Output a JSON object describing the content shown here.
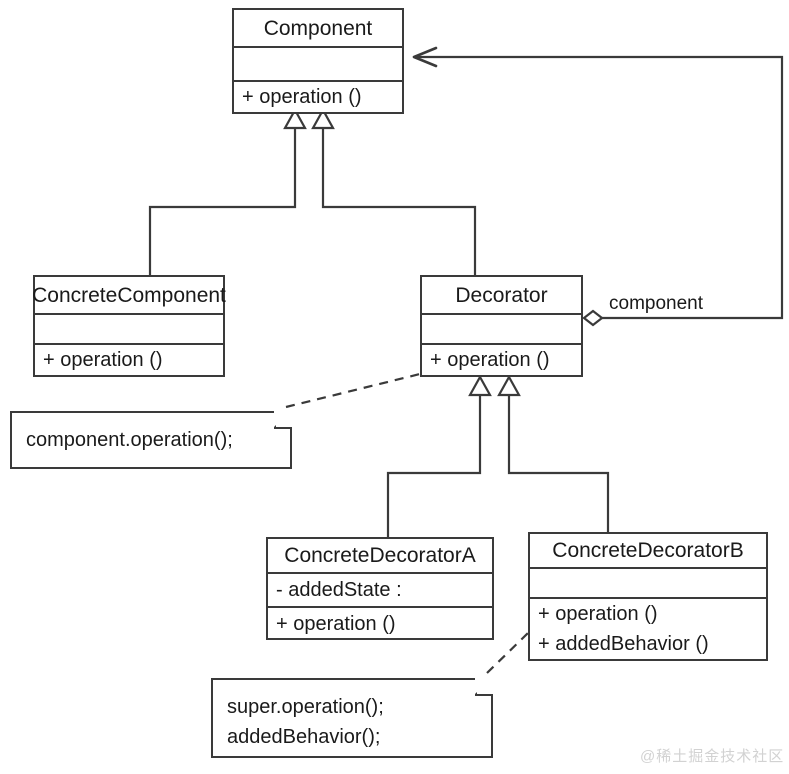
{
  "diagram": {
    "title": "Decorator Pattern UML Class Diagram",
    "stroke_color": "#3a3a3a",
    "text_color": "#1a1a1a",
    "background": "#ffffff",
    "classes": [
      {
        "id": "component",
        "name": "Component",
        "attributes": [],
        "methods": [
          "+ operation ()"
        ]
      },
      {
        "id": "concrete-component",
        "name": "ConcreteComponent",
        "attributes": [],
        "methods": [
          "+ operation ()"
        ]
      },
      {
        "id": "decorator",
        "name": "Decorator",
        "attributes": [],
        "methods": [
          "+ operation ()"
        ]
      },
      {
        "id": "concrete-decorator-a",
        "name": "ConcreteDecoratorA",
        "attributes": [
          "- addedState :"
        ],
        "methods": [
          "+ operation ()"
        ]
      },
      {
        "id": "concrete-decorator-b",
        "name": "ConcreteDecoratorB",
        "attributes": [],
        "methods": [
          "+ operation ()",
          "+ addedBehavior ()"
        ]
      }
    ],
    "notes": [
      {
        "id": "note-decorator-operation",
        "lines": [
          "component.operation();"
        ]
      },
      {
        "id": "note-concrete-decorator-b-operation",
        "lines": [
          "super.operation();",
          "addedBehavior();"
        ]
      }
    ],
    "edge_labels": [
      {
        "id": "aggregation-role",
        "text": "component"
      }
    ],
    "relationships": [
      {
        "type": "generalization",
        "from": "ConcreteComponent",
        "to": "Component"
      },
      {
        "type": "generalization",
        "from": "Decorator",
        "to": "Component"
      },
      {
        "type": "aggregation",
        "from": "Decorator",
        "to": "Component",
        "role": "component"
      },
      {
        "type": "generalization",
        "from": "ConcreteDecoratorA",
        "to": "Decorator"
      },
      {
        "type": "generalization",
        "from": "ConcreteDecoratorB",
        "to": "Decorator"
      },
      {
        "type": "note-anchor",
        "from": "note-decorator-operation",
        "to": "Decorator"
      },
      {
        "type": "note-anchor",
        "from": "note-concrete-decorator-b-operation",
        "to": "ConcreteDecoratorB"
      }
    ]
  },
  "watermark": {
    "text": "@稀土掘金技术社区",
    "color": "#d2d2d2"
  }
}
